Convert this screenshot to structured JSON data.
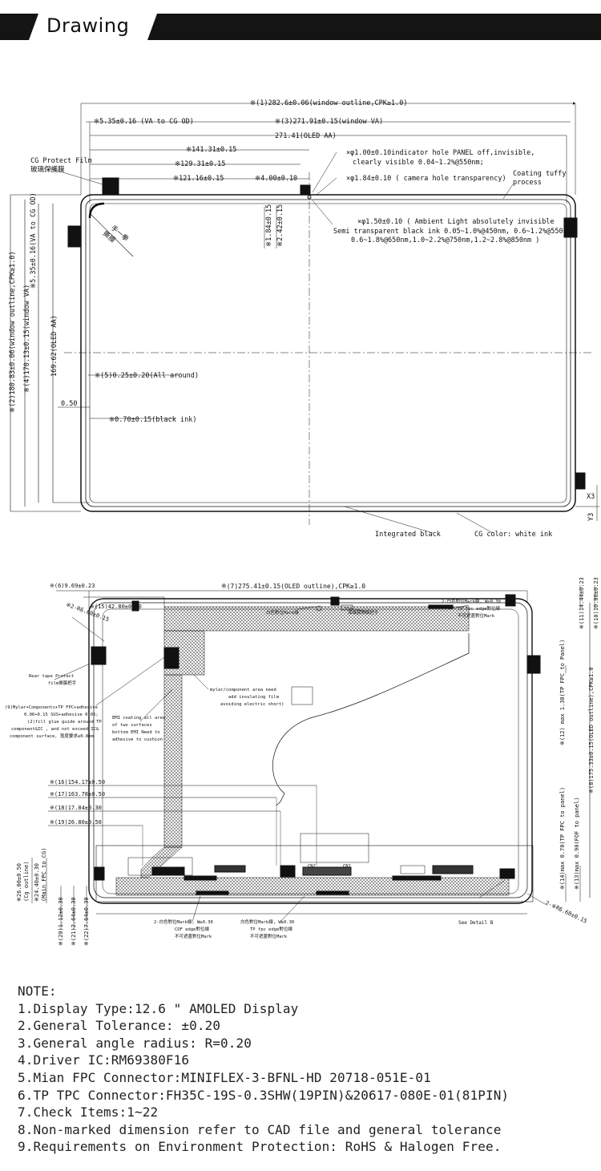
{
  "header": {
    "title": "Drawing"
  },
  "top_view": {
    "dims": {
      "window_outline_w": "※(1)282.6±0.06(window outline,CPK≥1.0)",
      "window_va_w": "※(3)271.91±0.15(window VA)",
      "va_to_cg_top": "※5.35±0.16 (VA to CG OD)",
      "oled_aa_w": "271.41(OLED AA)",
      "d141": "※141.31±0.15",
      "d129": "※129.31±0.15",
      "d121": "※121.16±0.15",
      "d4": "※4.00±0.10",
      "indicator_hole": "×φ1.00±0.10indicator hole PANEL off,invisible,",
      "indicator_hole2": "clearly visible 0.04~1.2%@550nm;",
      "camera_hole": "×φ1.84±0.10 ( camera hole transparency)",
      "v184": "※1.84±0.15",
      "v242": "※2.42±0.15",
      "ambient1": "×φ1.50±0.10 ( Ambient Light absolutely invisible",
      "ambient2": "Semi transparent black ink 0.05~1.0%@450nm, 0.6~1.2%@550nm,",
      "ambient3": "0.6~1.8%@650nm,1.0~2.2%@750nm,1.2~2.8%@850nm )",
      "window_outline_h": "※(2)180.83±0.06(window outline,CPK≥1.0)",
      "window_va_h": "※(4)170.13±0.15(window VA)",
      "va_to_cg_left": "※5.35±0.16(VA to CG OD)",
      "oled_aa_h": "169.62(OLED AA)",
      "all_around": "※(5)0.25±0.20(All around)",
      "d050": "0.50",
      "black_ink": "※0.70±0.15(black ink)",
      "x3": "X3",
      "y3": "Y3"
    },
    "labels": {
      "cg_protect": "CG Protect Film",
      "cg_protect_cn": "玻璃保護膜",
      "coating": "Coating tuffy",
      "coating2": "process",
      "diag_cn1": "手一拳",
      "diag_cn2": "撕膜",
      "integrated_black": "Integrated black",
      "cg_color": "CG color: white ink"
    }
  },
  "bottom_view": {
    "dims": {
      "d6": "※(6)9.69±0.23",
      "oled_outline": "※(7)275.41±0.15(OLED outline),CPK≥1.0",
      "d15": "※(15)42.80±0.50",
      "r60": "※2-R6.60±0.15",
      "d11": "※(11)14.44±0.23",
      "d10": "※(10)10.00±0.23",
      "d12": "※(12) max 1.30(TP FPC to Panel)",
      "d8": "※(8)175.33±0.15(OLED outline),CPK≥1.0",
      "d16": "※(16)154.17±0.50",
      "d17": "※(17)163.78±0.50",
      "d18": "※(18)17.84±0.30",
      "d19": "※(19)26.80±0.50",
      "d14": "※(14)max 0.70(TP FPC to panel)",
      "d13": "※(13)max 0.90(FOF to panel)",
      "cg_outline": "※26.00±0.50\n(Cg outline)",
      "main_fpc": "※24.40±0.30\n(Main FPC to CG)",
      "d20": "※(20)1.12±0.30",
      "d21": "※(21)2.64±0.30",
      "d22": "※(22)7.64±0.30",
      "r60b": "2-※R6.60±0.15"
    },
    "labels": {
      "rear_tape": "Rear tape Protect",
      "rear_tape2": "film撕膜把手",
      "mylar1": "(9)Mylar+Components+TP FPC+adhesive",
      "mylar2": "0.06+0.15 SUS+adhesive 0.05;",
      "mylar3": "(2)fill glue guide around TP",
      "mylar4": "component&IC , and not exceed IC&",
      "mylar5": "component surface, 寬度要求≤0.8mm",
      "emi1": "EMI coating all area",
      "emi2": "of two surfaces",
      "emi3": "bottom EMI Need to",
      "emi4": "adhesive to cushion",
      "mylarcomp1": "mylar/component area need",
      "mylarcomp2": "add insulating film",
      "mylarcomp3": "avoiding electric short)",
      "mark_top1": "2-白色對位Mark線, W≥0.30",
      "mark_top2": "TP fpc edge對位線",
      "mark_top3": "不可遮蓋對位Mark",
      "cn_top_a": "白色對位Mark線",
      "cn_top_b": "保護膜撕膜把手",
      "mark_bl1": "2-白色對位Mark線, W≥0.30",
      "mark_bl2": "COF edge對位線",
      "mark_bl3": "不可遮蓋對位Mark",
      "mark_bm1": "白色對位Mark線, W≥0.30",
      "mark_bm2": "TP fpc edge對位線",
      "mark_bm3": "不可遮蓋對位Mark",
      "see_detail": "See Detail B",
      "cn2": "CN2",
      "cn1": "CN1"
    }
  },
  "notes": {
    "title": "NOTE:",
    "items": [
      "1.Display Type:12.6 \" AMOLED Display",
      "2.General Tolerance: ±0.20",
      "3.General angle radius: R=0.20",
      "4.Driver IC:RM69380F16",
      "5.Mian FPC Connector:MINIFLEX-3-BFNL-HD 20718-051E-01",
      "6.TP TPC Connector:FH35C-19S-0.3SHW(19PIN)&20617-080E-01(81PIN)",
      "7.Check Items:1~22",
      "8.Non-marked dimension refer to CAD file and general tolerance",
      "9.Requirements on Environment Protection: RoHS & Halogen Free."
    ]
  }
}
